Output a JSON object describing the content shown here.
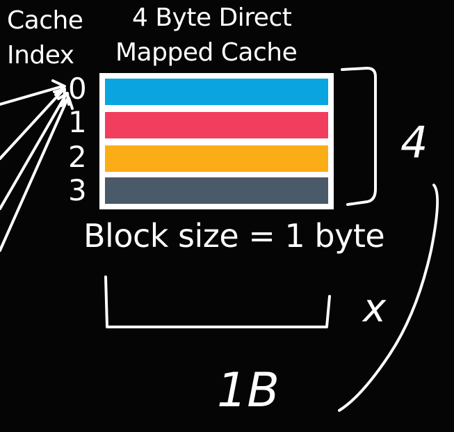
{
  "labels": {
    "cache": "Cache",
    "index": "Index",
    "title_line1": "4 Byte Direct",
    "title_line2": "Mapped Cache",
    "block_size": "Block size = 1 byte"
  },
  "cache": {
    "indices": [
      "0",
      "1",
      "2",
      "3"
    ],
    "line_colors": [
      "#0aa5e0",
      "#f13e5f",
      "#fbad17",
      "#4b5a68"
    ]
  },
  "annotations": {
    "rows_count": "4",
    "times": "x",
    "block_bytes": "1B"
  }
}
